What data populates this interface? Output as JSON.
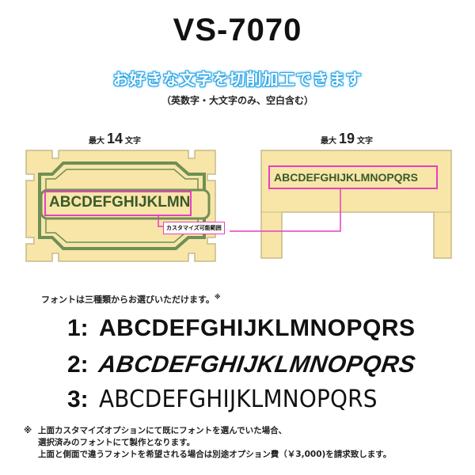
{
  "title": "VS-7070",
  "subtitle": "お好きな文字を切削加工できます",
  "subnote": "（英数字・大文字のみ、空白含む）",
  "left_panel": {
    "max_prefix": "最大",
    "max_count": "14",
    "max_suffix": "文字",
    "sample_text": "ABCDEFGHIJKLMN"
  },
  "right_panel": {
    "max_prefix": "最大",
    "max_count": "19",
    "max_suffix": "文字",
    "sample_text": "ABCDEFGHIJKLMNOPQRS"
  },
  "callout_label": "カスタマイズ可能範囲",
  "font_intro": "フォントは三種類からお選びいただけます。",
  "font_intro_mark": "※",
  "fonts": [
    {
      "number": "1:",
      "sample": "ABCDEFGHIJKLMNOPQRS"
    },
    {
      "number": "2:",
      "sample": "ABCDEFGHIJKLMNOPQRS"
    },
    {
      "number": "3:",
      "sample": "ABCDEFGHIJKLMNOPQRS"
    }
  ],
  "footnote": {
    "mark": "※",
    "line1": "上面カスタマイズオプションにて既にフォントを選んでいた場合、",
    "line2": "選択済みのフォントにて製作となります。",
    "line3": "上面と側面で違うフォントを希望される場合は別途オプション費（￥3,000)を請求致します。"
  },
  "colors": {
    "panel_fill": "#f7e6a8",
    "panel_stroke": "#c9b98a",
    "plate_green": "#6f8f55",
    "highlight": "#e83fc0",
    "subtitle_blue": "#2aa5e8"
  }
}
